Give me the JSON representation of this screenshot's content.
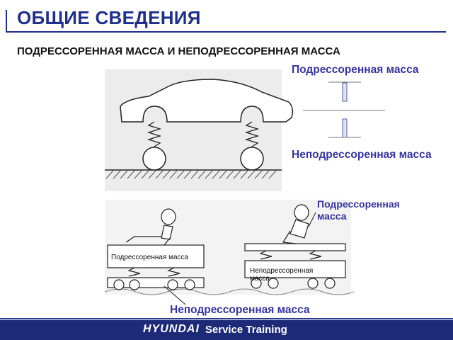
{
  "page": {
    "title": "ОБЩИЕ СВЕДЕНИЯ",
    "subtitle": "ПОДРЕССОРЕННАЯ МАССА И НЕПОДРЕССОРЕННАЯ МАССА"
  },
  "car_diagram": {
    "sprung_label": "Подрессоренная масса",
    "unsprung_label": "Неподрессоренная масса"
  },
  "carts_diagram": {
    "right_sprung_label": "Подрессоренная масса",
    "left_sprung_small": "Подрессоренная масса",
    "right_unsprung_small": "Неподрессоренная масса",
    "bottom_unsprung_label": "Неподрессоренная масса"
  },
  "footer": {
    "brand_logo": "HYUNDAI",
    "brand_text": "Service Training"
  },
  "colors": {
    "title": "#1f2f8c",
    "label": "#3535a0",
    "footer": "#1c2a78"
  }
}
